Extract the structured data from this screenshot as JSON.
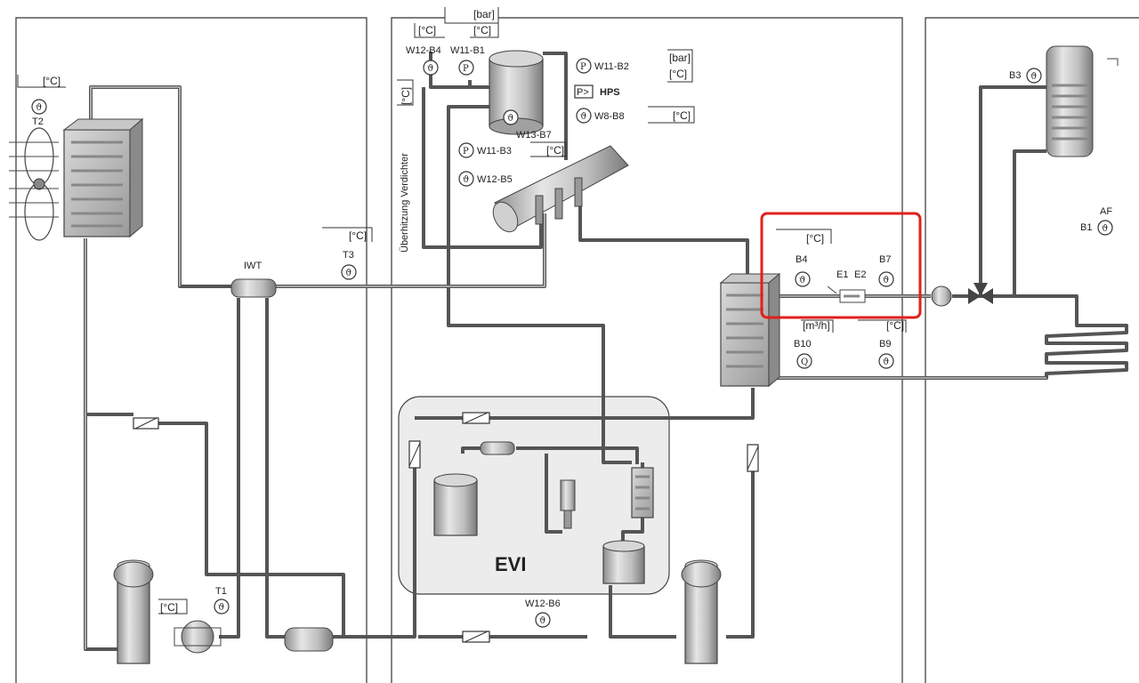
{
  "labels": {
    "t2": "T2",
    "t1": "T1",
    "t3": "T3",
    "iwt": "IWT",
    "w12b4": "W12-B4",
    "w11b1": "W11-B1",
    "w11b2": "W11-B2",
    "hps": "HPS",
    "w8b8": "W8-B8",
    "w13b7": "W13-B7",
    "w11b3": "W11-B3",
    "w12b5": "W12-B5",
    "b4": "B4",
    "e1": "E1",
    "e2": "E2",
    "b7": "B7",
    "b10": "B10",
    "b9": "B9",
    "b3": "B3",
    "af": "AF",
    "b1": "B1",
    "w12b6": "W12-B6",
    "evi": "EVI",
    "vertical": "Überhitzung Verdichter"
  },
  "units": {
    "c_t2": "[°C]",
    "bar_top": "[bar]",
    "c_top_left": "[°C]",
    "c_top_right": "[°C]",
    "bar_w11b2": "[bar]",
    "c_w11b2": "[°C]",
    "c_w8b8": "[°C]",
    "c_w11b3": "[°C]",
    "c_vertical": "[°C]",
    "c_t3": "[°C]",
    "c_b4": "[°C]",
    "m3h_b10": "[m³/h]",
    "c_b9": "[°C]",
    "c_t1": "[°C]"
  },
  "symbols": {
    "theta": "ϑ",
    "pressure": "P",
    "flow": "Q",
    "pressure_switch": "P>"
  },
  "colors": {
    "highlight": "#e0201a",
    "pipe": "#555555"
  }
}
